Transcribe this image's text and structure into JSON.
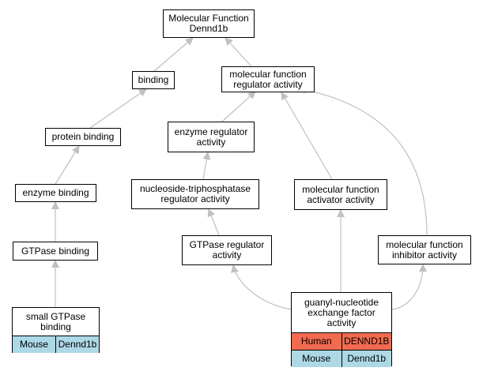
{
  "colors": {
    "edge": "#c0c0c0",
    "human": "#f26a4f",
    "mouse": "#add8e6"
  },
  "nodes": {
    "root": "Molecular Function\nDennd1b",
    "binding": "binding",
    "mf_regulator": "molecular function\nregulator activity",
    "protein_binding": "protein binding",
    "enzyme_regulator": "enzyme regulator\nactivity",
    "enzyme_binding": "enzyme binding",
    "ntpase_regulator": "nucleoside-triphosphatase\nregulator activity",
    "mf_activator": "molecular function\nactivator activity",
    "gtpase_binding": "GTPase binding",
    "gtpase_regulator": "GTPase regulator\nactivity",
    "mf_inhibitor": "molecular function\ninhibitor activity",
    "small_gtpase_binding": "small GTPase\nbinding",
    "gef_activity": "guanyl-nucleotide\nexchange factor\nactivity"
  },
  "annotations": {
    "small_gtpase_binding": [
      {
        "species": "Mouse",
        "gene": "Dennd1b"
      }
    ],
    "gef_activity": [
      {
        "species": "Human",
        "gene": "DENND1B"
      },
      {
        "species": "Mouse",
        "gene": "Dennd1b"
      }
    ]
  }
}
